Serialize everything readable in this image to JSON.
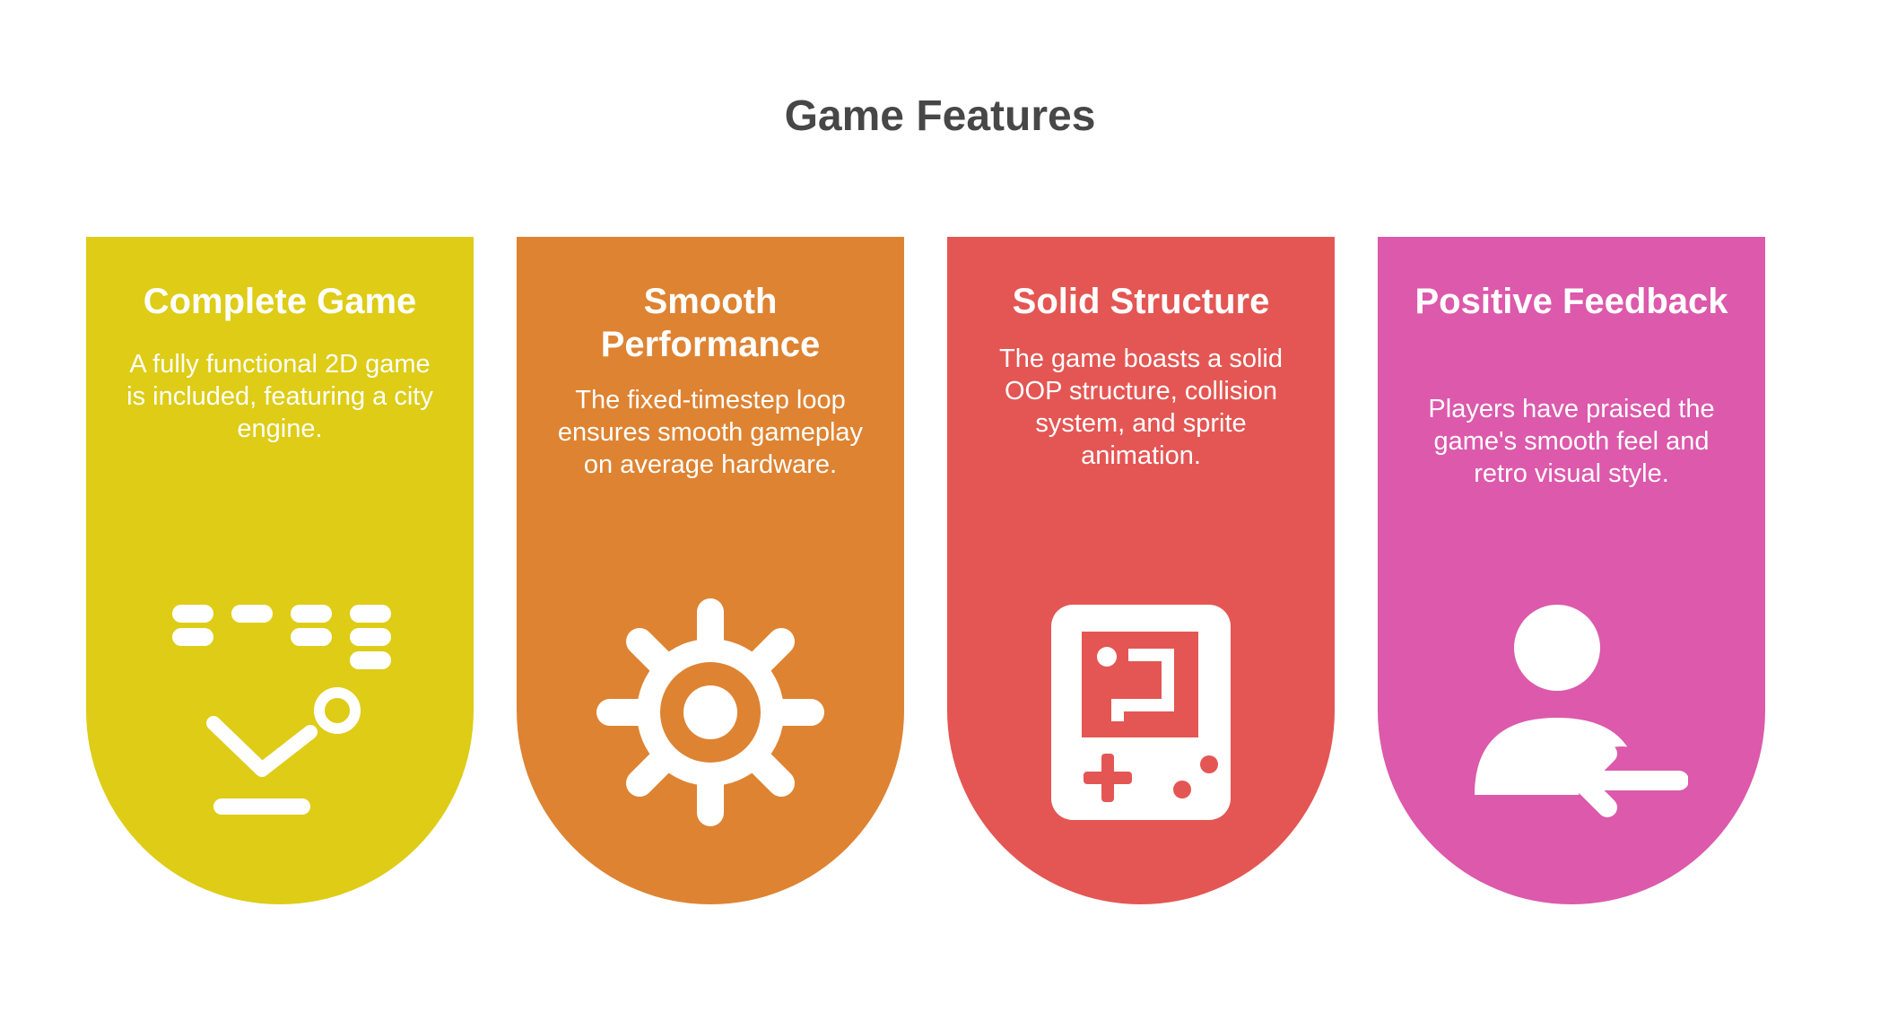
{
  "title": "Game Features",
  "colors": {
    "title": "#474747",
    "card_text": "#ffffff"
  },
  "cards": [
    {
      "title": "Complete Game",
      "description": "A fully functional 2D game is included, featuring a city engine.",
      "color": "#DECC16",
      "icon": "brick-breaker-game-icon"
    },
    {
      "title": "Smooth Performance",
      "description": "The fixed-timestep loop ensures smooth gameplay on average hardware.",
      "color": "#DE8332",
      "icon": "gear-icon"
    },
    {
      "title": "Solid Structure",
      "description": "The game boasts a solid OOP structure, collision system, and sprite animation.",
      "color": "#E45653",
      "icon": "handheld-game-console-icon"
    },
    {
      "title": "Positive Feedback",
      "description": "Players have praised the game's smooth feel and retro visual style.",
      "color": "#DC59AB",
      "icon": "user-feedback-icon"
    }
  ]
}
